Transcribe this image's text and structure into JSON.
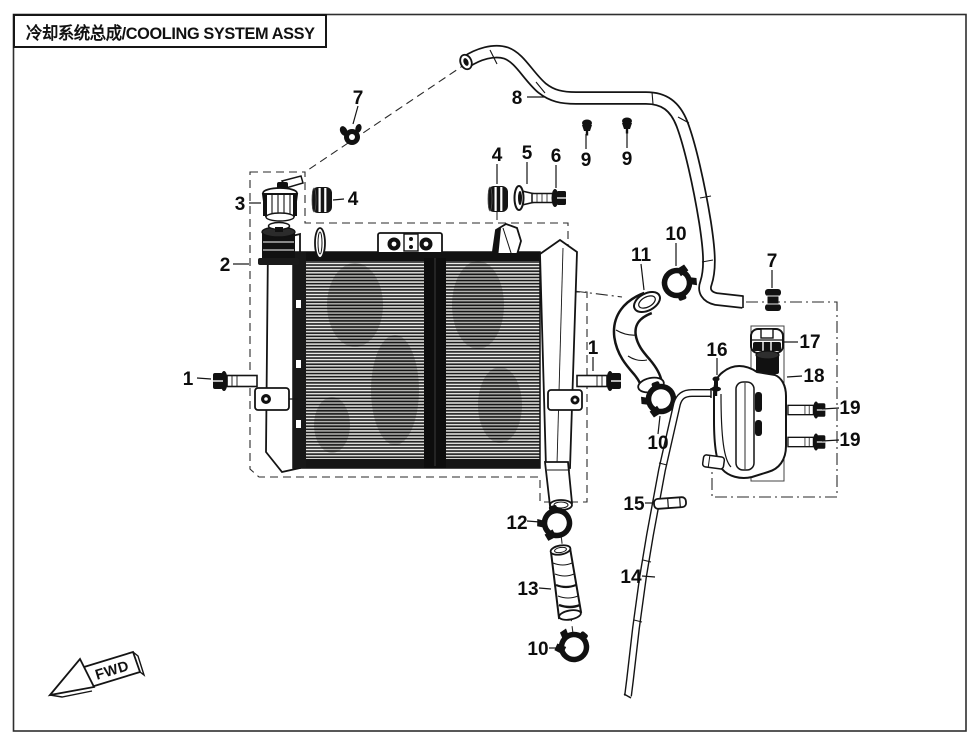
{
  "page": {
    "title": "冷却系统总成/COOLING SYSTEM ASSY"
  },
  "direction_marker": {
    "label": "FWD"
  },
  "colors": {
    "line": "#141414",
    "background": "#ffffff",
    "fill_dark": "#111111"
  },
  "callouts": [
    {
      "number": "7"
    },
    {
      "number": "8"
    },
    {
      "number": "9"
    },
    {
      "number": "9"
    },
    {
      "number": "3"
    },
    {
      "number": "4"
    },
    {
      "number": "2"
    },
    {
      "number": "4"
    },
    {
      "number": "5"
    },
    {
      "number": "6"
    },
    {
      "number": "1"
    },
    {
      "number": "1"
    },
    {
      "number": "11"
    },
    {
      "number": "10"
    },
    {
      "number": "7"
    },
    {
      "number": "17"
    },
    {
      "number": "18"
    },
    {
      "number": "16"
    },
    {
      "number": "19"
    },
    {
      "number": "19"
    },
    {
      "number": "12"
    },
    {
      "number": "13"
    },
    {
      "number": "10"
    },
    {
      "number": "15"
    },
    {
      "number": "14"
    },
    {
      "number": "10"
    }
  ]
}
